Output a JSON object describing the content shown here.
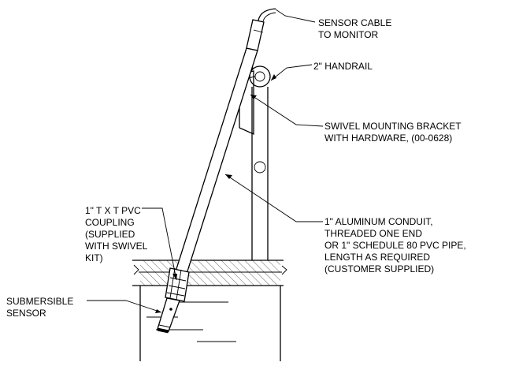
{
  "labels": {
    "sensor_cable": [
      "SENSOR CABLE",
      "TO MONITOR"
    ],
    "handrail": [
      "2\" HANDRAIL"
    ],
    "swivel_bracket": [
      "SWIVEL MOUNTING BRACKET",
      "WITH HARDWARE, (00-0628)"
    ],
    "conduit": [
      "1\" ALUMINUM CONDUIT,",
      "THREADED ONE END",
      "OR 1\" SCHEDULE 80 PVC PIPE,",
      "LENGTH AS REQUIRED",
      "(CUSTOMER SUPPLIED)"
    ],
    "coupling": [
      "1\" T X T PVC",
      "COUPLING",
      "(SUPPLIED",
      "WITH SWIVEL",
      "KIT)"
    ],
    "sensor": [
      "SUBMERSIBLE",
      "SENSOR"
    ]
  }
}
